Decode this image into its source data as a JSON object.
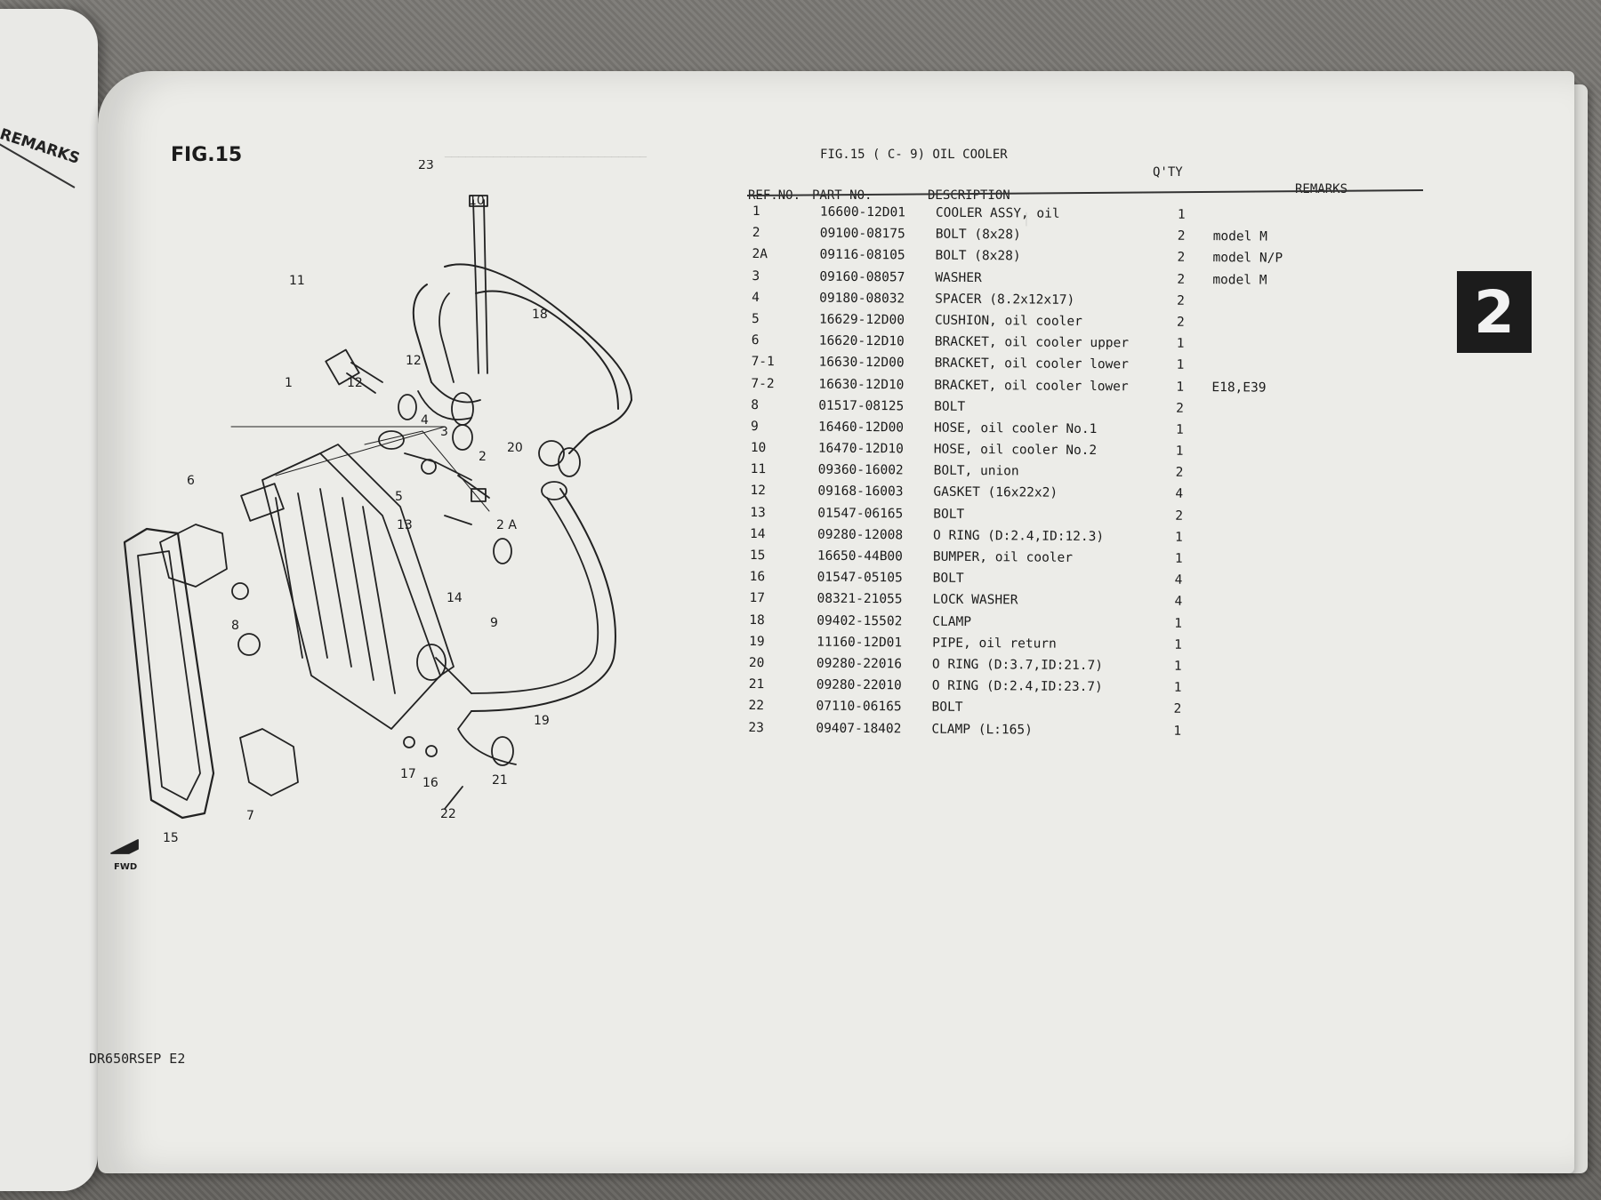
{
  "left_page": {
    "remarks": "REMARKS"
  },
  "page": {
    "figure_label": "FIG.15",
    "table_title": "FIG.15 (  C- 9) OIL COOLER",
    "section_tab": "2",
    "footer": "DR650RSEP E2"
  },
  "table": {
    "headers": {
      "ref_no": "REF.NO.",
      "part_no": "PART NO.",
      "description": "DESCRIPTION",
      "qty": "Q'TY",
      "remarks": "REMARKS"
    },
    "rows": [
      {
        "ref": "1",
        "part": "16600-12D01",
        "desc": "COOLER ASSY, oil",
        "qty": "1",
        "remarks": ""
      },
      {
        "ref": "2",
        "part": "09100-08175",
        "desc": "BOLT (8x28)",
        "qty": "2",
        "remarks": "model M"
      },
      {
        "ref": "2A",
        "part": "09116-08105",
        "desc": "BOLT (8x28)",
        "qty": "2",
        "remarks": "model N/P"
      },
      {
        "ref": "3",
        "part": "09160-08057",
        "desc": "WASHER",
        "qty": "2",
        "remarks": "model M"
      },
      {
        "ref": "4",
        "part": "09180-08032",
        "desc": "SPACER (8.2x12x17)",
        "qty": "2",
        "remarks": ""
      },
      {
        "ref": "5",
        "part": "16629-12D00",
        "desc": "CUSHION, oil cooler",
        "qty": "2",
        "remarks": ""
      },
      {
        "ref": "6",
        "part": "16620-12D10",
        "desc": "BRACKET, oil cooler upper",
        "qty": "1",
        "remarks": ""
      },
      {
        "ref": "7-1",
        "part": "16630-12D00",
        "desc": "BRACKET, oil cooler lower",
        "qty": "1",
        "remarks": ""
      },
      {
        "ref": "7-2",
        "part": "16630-12D10",
        "desc": "BRACKET, oil cooler lower",
        "qty": "1",
        "remarks": "E18,E39"
      },
      {
        "ref": "8",
        "part": "01517-08125",
        "desc": "BOLT",
        "qty": "2",
        "remarks": ""
      },
      {
        "ref": "9",
        "part": "16460-12D00",
        "desc": "HOSE, oil cooler No.1",
        "qty": "1",
        "remarks": ""
      },
      {
        "ref": "10",
        "part": "16470-12D10",
        "desc": "HOSE, oil cooler No.2",
        "qty": "1",
        "remarks": ""
      },
      {
        "ref": "11",
        "part": "09360-16002",
        "desc": "BOLT, union",
        "qty": "2",
        "remarks": ""
      },
      {
        "ref": "12",
        "part": "09168-16003",
        "desc": "GASKET (16x22x2)",
        "qty": "4",
        "remarks": ""
      },
      {
        "ref": "13",
        "part": "01547-06165",
        "desc": "BOLT",
        "qty": "2",
        "remarks": ""
      },
      {
        "ref": "14",
        "part": "09280-12008",
        "desc": "O RING (D:2.4,ID:12.3)",
        "qty": "1",
        "remarks": ""
      },
      {
        "ref": "15",
        "part": "16650-44B00",
        "desc": "BUMPER, oil cooler",
        "qty": "1",
        "remarks": ""
      },
      {
        "ref": "16",
        "part": "01547-05105",
        "desc": "BOLT",
        "qty": "4",
        "remarks": ""
      },
      {
        "ref": "17",
        "part": "08321-21055",
        "desc": "LOCK WASHER",
        "qty": "4",
        "remarks": ""
      },
      {
        "ref": "18",
        "part": "09402-15502",
        "desc": "CLAMP",
        "qty": "1",
        "remarks": ""
      },
      {
        "ref": "19",
        "part": "11160-12D01",
        "desc": "PIPE, oil return",
        "qty": "1",
        "remarks": ""
      },
      {
        "ref": "20",
        "part": "09280-22016",
        "desc": "O RING (D:3.7,ID:21.7)",
        "qty": "1",
        "remarks": ""
      },
      {
        "ref": "21",
        "part": "09280-22010",
        "desc": "O RING (D:2.4,ID:23.7)",
        "qty": "1",
        "remarks": ""
      },
      {
        "ref": "22",
        "part": "07110-06165",
        "desc": "BOLT",
        "qty": "2",
        "remarks": ""
      },
      {
        "ref": "23",
        "part": "09407-18402",
        "desc": "CLAMP (L:165)",
        "qty": "1",
        "remarks": ""
      }
    ]
  },
  "diagram": {
    "callouts": [
      "23",
      "10",
      "11",
      "18",
      "12",
      "12",
      "1",
      "4",
      "3",
      "2",
      "20",
      "6",
      "5",
      "13",
      "2 A",
      "14",
      "8",
      "9",
      "19",
      "17",
      "16",
      "21",
      "22",
      "7",
      "15"
    ],
    "fwd_label": "FWD"
  }
}
